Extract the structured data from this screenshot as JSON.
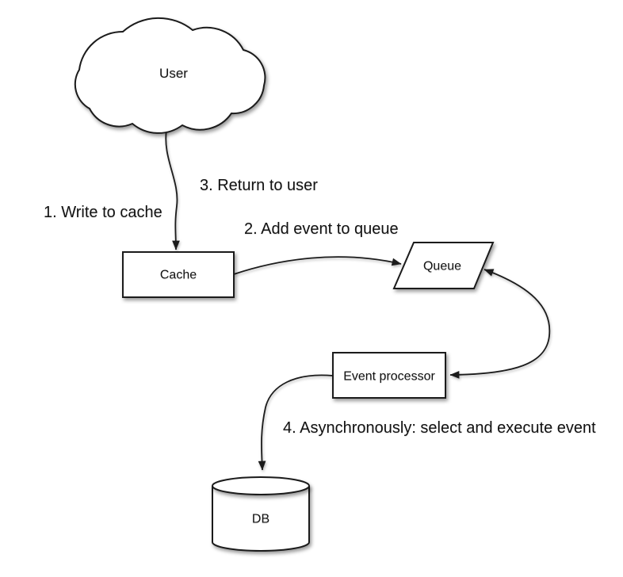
{
  "diagram": {
    "type": "flow-diagram",
    "background": "#ffffff",
    "colors": {
      "stroke": "#1b1b1b",
      "shape_fill": "#ffffff",
      "text": "#111111"
    },
    "nodes": [
      {
        "id": "user",
        "label": "User",
        "shape": "cloud"
      },
      {
        "id": "cache",
        "label": "Cache",
        "shape": "rectangle"
      },
      {
        "id": "queue",
        "label": "Queue",
        "shape": "parallelogram"
      },
      {
        "id": "event_processor",
        "label": "Event processor",
        "shape": "rectangle"
      },
      {
        "id": "db",
        "label": "DB",
        "shape": "cylinder"
      }
    ],
    "steps": [
      {
        "id": "step1",
        "label": "1. Write to cache"
      },
      {
        "id": "step2",
        "label": "2. Add event to queue"
      },
      {
        "id": "step3",
        "label": "3. Return to user"
      },
      {
        "id": "step4",
        "label": "4. Asynchronously: select and execute event"
      }
    ],
    "edges": [
      {
        "from": "User",
        "to": "Cache",
        "arrow": "single",
        "annotations": [
          "1. Write to cache",
          "3. Return to user"
        ]
      },
      {
        "from": "Cache",
        "to": "Queue",
        "arrow": "single",
        "annotations": [
          "2. Add event to queue"
        ]
      },
      {
        "from": "Queue",
        "to": "Event processor",
        "arrow": "double",
        "annotations": []
      },
      {
        "from": "Event processor",
        "to": "DB",
        "arrow": "single",
        "annotations": [
          "4. Asynchronously: select and execute event"
        ]
      }
    ]
  }
}
